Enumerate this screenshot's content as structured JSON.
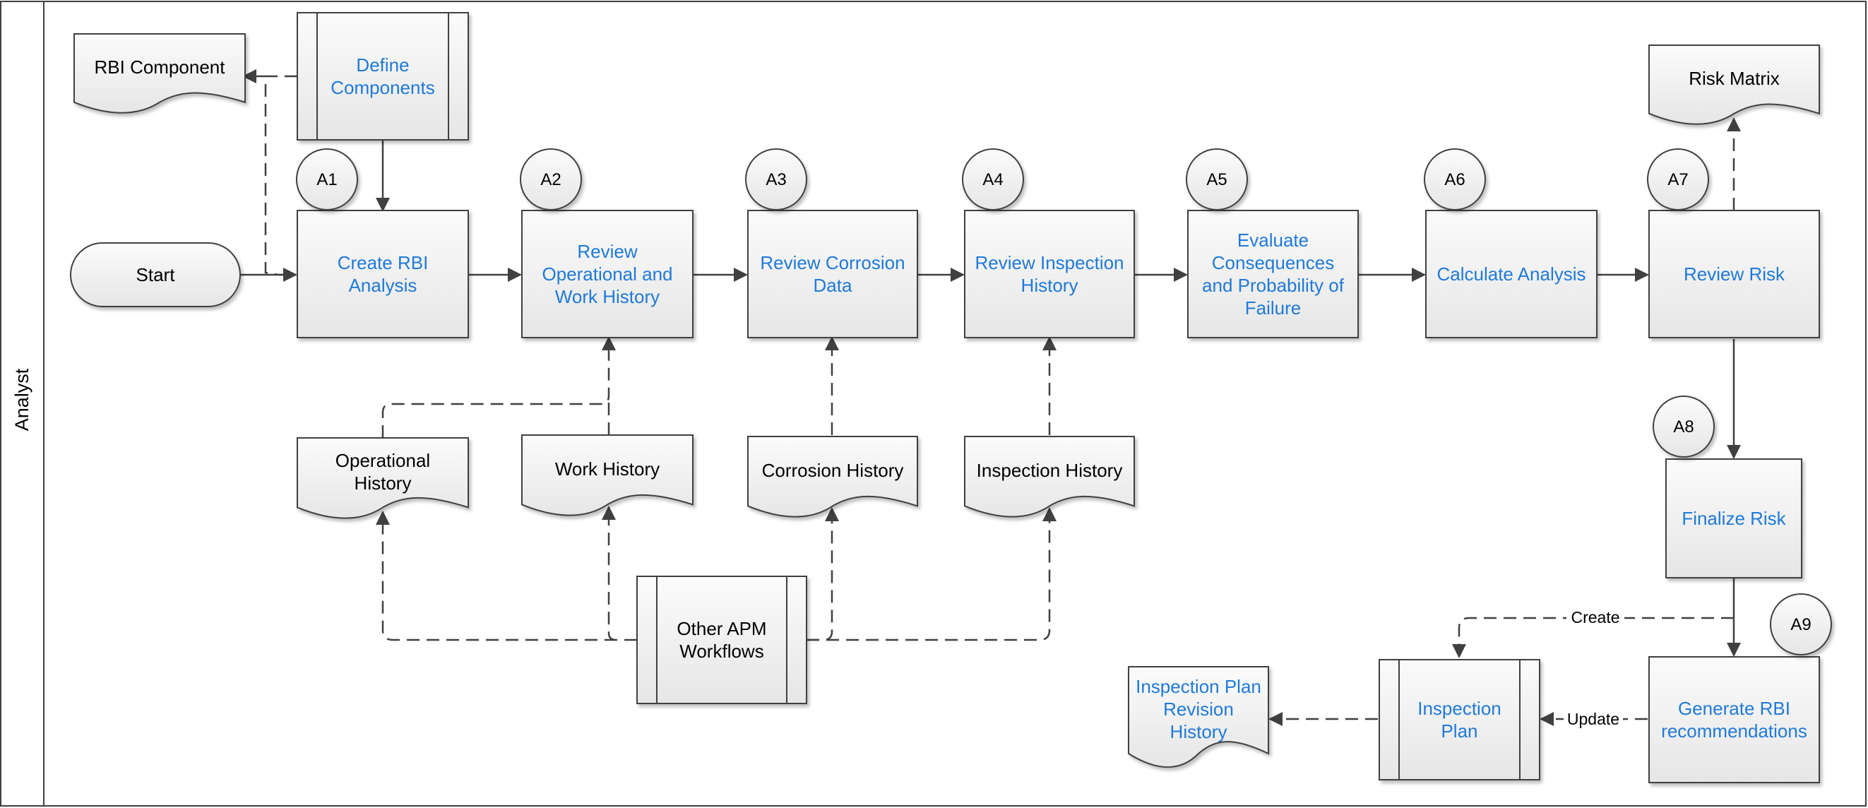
{
  "diagram": {
    "lane_label": "Analyst",
    "nodes": {
      "rbi_component": "RBI Component",
      "define_components": "Define\nComponents",
      "start": "Start",
      "create_rbi_analysis": "Create RBI\nAnalysis",
      "review_operational": "Review\nOperational and\nWork History",
      "review_corrosion": "Review Corrosion\nData",
      "review_inspection": "Review Inspection\nHistory",
      "evaluate_consequences": "Evaluate\nConsequences\nand Probability of\nFailure",
      "calculate_analysis": "Calculate Analysis",
      "review_risk": "Review Risk",
      "risk_matrix": "Risk Matrix",
      "operational_history": "Operational\nHistory",
      "work_history": "Work History",
      "corrosion_history": "Corrosion History",
      "inspection_history": "Inspection History",
      "other_apm_workflows": "Other APM\nWorkflows",
      "finalize_risk": "Finalize Risk",
      "generate_rbi": "Generate RBI\nrecommendations",
      "inspection_plan": "Inspection\nPlan",
      "inspection_plan_revision": "Inspection Plan\nRevision\nHistory"
    },
    "markers": [
      "A1",
      "A2",
      "A3",
      "A4",
      "A5",
      "A6",
      "A7",
      "A8",
      "A9"
    ],
    "edge_labels": {
      "create": "Create",
      "update": "Update"
    }
  }
}
